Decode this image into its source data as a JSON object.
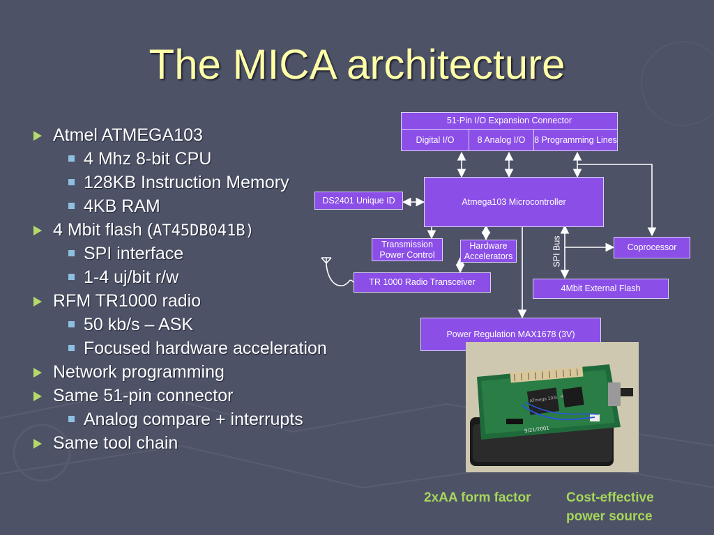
{
  "slide": {
    "title": "The MICA architecture",
    "bullets": [
      {
        "level": 1,
        "text": "Atmel ATMEGA103"
      },
      {
        "level": 2,
        "text": "4 Mhz 8-bit CPU"
      },
      {
        "level": 2,
        "text": "128KB Instruction Memory"
      },
      {
        "level": 2,
        "text": "4KB RAM"
      },
      {
        "level": 1,
        "text": "4 Mbit flash (",
        "mono": "AT45DB041B)"
      },
      {
        "level": 2,
        "text": "SPI interface"
      },
      {
        "level": 2,
        "text": "1-4 uj/bit r/w"
      },
      {
        "level": 1,
        "text": "RFM TR1000 radio"
      },
      {
        "level": 2,
        "text": "50 kb/s – ASK"
      },
      {
        "level": 2,
        "text": "Focused hardware acceleration"
      },
      {
        "level": 1,
        "text": "Network programming"
      },
      {
        "level": 1,
        "text": "Same 51-pin connector"
      },
      {
        "level": 2,
        "text": "Analog compare + interrupts"
      },
      {
        "level": 1,
        "text": "Same tool chain"
      }
    ]
  },
  "diagram": {
    "connector": "51-Pin I/O Expansion Connector",
    "digital_io": "Digital I/O",
    "analog_io": "8 Analog I/O",
    "programming": "8 Programming Lines",
    "ds2401": "DS2401 Unique ID",
    "mcu": "Atmega103 Microcontroller",
    "tx_power": "Transmission Power Control",
    "hw_accel": "Hardware Accelerators",
    "spi_bus": "SPI Bus",
    "coprocessor": "Coprocessor",
    "radio": "TR 1000 Radio Transceiver",
    "flash": "4Mbit External Flash",
    "power": "Power Regulation MAX1678 (3V)"
  },
  "photo": {
    "chip_label": "ATmega 103L -4AC 0122",
    "date_label": "9/21/2001"
  },
  "captions": {
    "form_factor": "2xAA form factor",
    "cost": "Cost-effective power source"
  },
  "colors": {
    "background": "#4d5266",
    "title": "#ffffa8",
    "box": "#8b4fe8",
    "caption": "#a6d65a",
    "bullet_l1": "#b5d96b",
    "bullet_l2": "#8fbfe0"
  }
}
